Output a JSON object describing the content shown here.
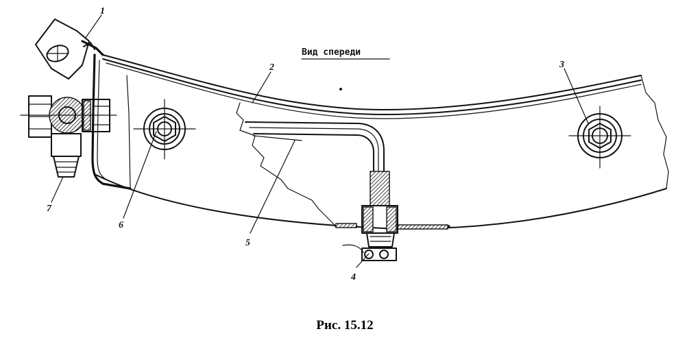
{
  "view_title": "Вид спереди",
  "caption": "Рис. 15.12",
  "callouts": [
    "1",
    "2",
    "3",
    "4",
    "5",
    "6",
    "7"
  ]
}
